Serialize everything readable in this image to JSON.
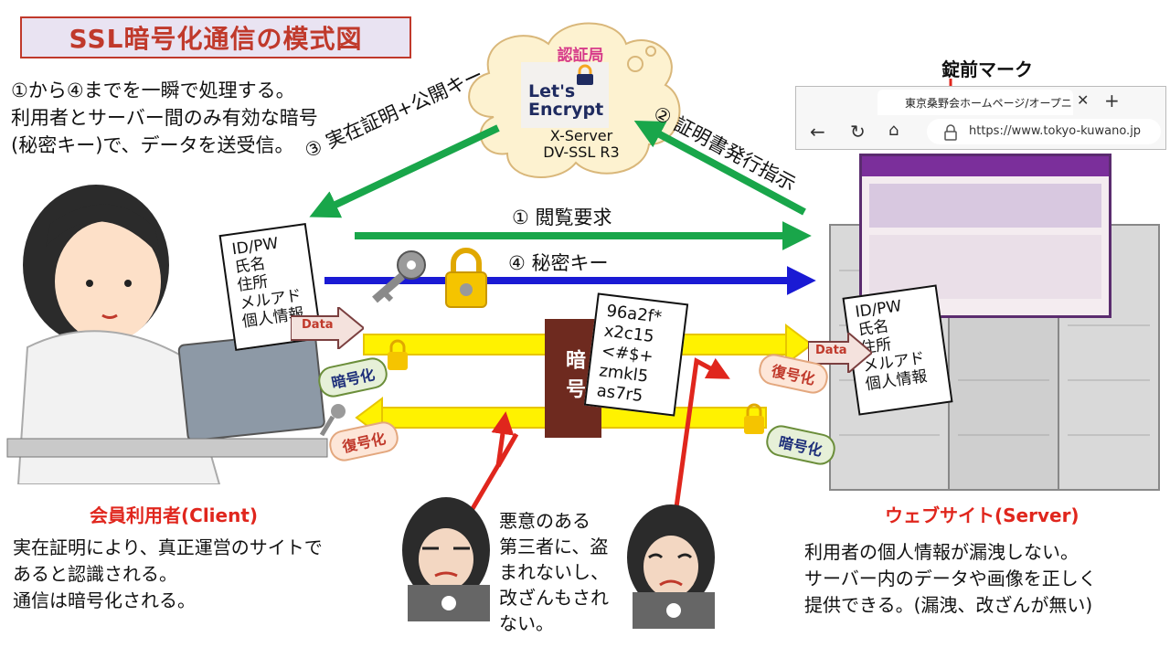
{
  "title": "SSL暗号化通信の模式図",
  "intro": "①から④までを一瞬で処理する。\n利用者とサーバー間のみ有効な暗号\n(秘密キー)で、データを送受信。",
  "ca": {
    "title": "認証局",
    "logo_text": "Let's\nEncrypt",
    "cert_name": "X-Server\nDV-SSL R3"
  },
  "arrows": {
    "step1": "① 閲覧要求",
    "step2": "② 証明書発行指示",
    "step3": "③ 実在証明+公開キー",
    "step4": "④ 秘密キー"
  },
  "client_data": "ID/PW\n氏名\n住所\nメルアド\n個人情報",
  "server_data": "ID/PW\n氏名\n住所\nメルアド\n個人情報",
  "data_tag": "Data",
  "encrypt_label": "暗号化",
  "decrypt_label": "復号化",
  "cipher_label": "暗号",
  "cipher_text": "96a2f*\nx2c15\n<#$+\nzmkl5\nas7r5",
  "browser": {
    "lock_label": "錠前マーク",
    "tab_title": "東京桑野会ホームページ/オープニング",
    "url": "https://www.tokyo-kuwano.jp"
  },
  "client": {
    "caption": "会員利用者(Client)",
    "desc": "実在証明により、真正運営のサイトで\nあると認識される。\n通信は暗号化される。"
  },
  "attacker_note": "悪意のある\n第三者に、盗\nまれないし、\n改ざんもされ\nない。",
  "server": {
    "caption": "ウェブサイト(Server)",
    "desc": "利用者の個人情報が漏洩しない。\nサーバー内のデータや画像を正しく\n提供できる。(漏洩、改ざんが無い)"
  },
  "colors": {
    "green": "#19a64a",
    "blue": "#1a1ad4",
    "yellow": "#fff200",
    "red": "#e0261d",
    "title_red": "#c0392b"
  }
}
